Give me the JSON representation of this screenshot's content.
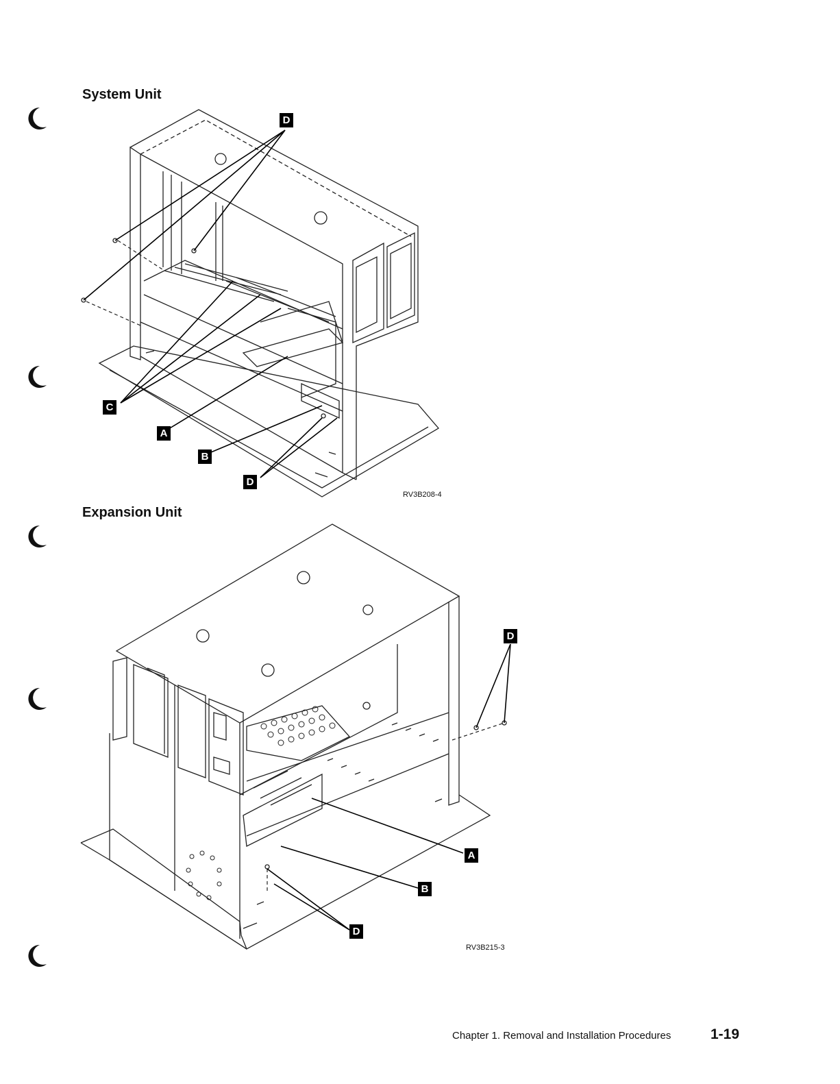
{
  "headings": {
    "system_unit": "System Unit",
    "expansion_unit": "Expansion Unit"
  },
  "figures": {
    "system_unit": {
      "figure_id": "RV3B208-4",
      "callouts": [
        "D",
        "C",
        "A",
        "B",
        "D"
      ]
    },
    "expansion_unit": {
      "figure_id": "RV3B215-3",
      "callouts": [
        "D",
        "A",
        "B",
        "D"
      ]
    }
  },
  "footer": {
    "chapter_text": "Chapter 1.  Removal and Installation Procedures",
    "page_number": "1-19"
  }
}
